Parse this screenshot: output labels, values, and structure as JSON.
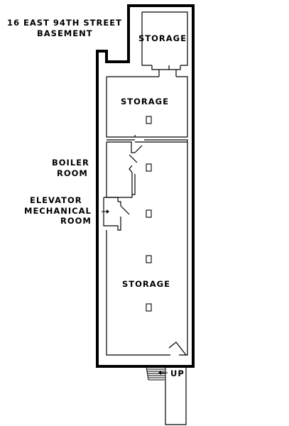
{
  "title": {
    "line1": "16 EAST 94TH STREET",
    "line2": "BASEMENT"
  },
  "rooms": {
    "storage_top": "STORAGE",
    "storage_upper": "STORAGE",
    "boiler_line1": "BOILER",
    "boiler_line2": "ROOM",
    "elevator_line1": "ELEVATOR",
    "elevator_line2": "MECHANICAL",
    "elevator_line3": "ROOM",
    "storage_lower": "STORAGE"
  },
  "stair": {
    "label": "UP"
  },
  "colors": {
    "wall": "#000000",
    "background": "#ffffff"
  }
}
